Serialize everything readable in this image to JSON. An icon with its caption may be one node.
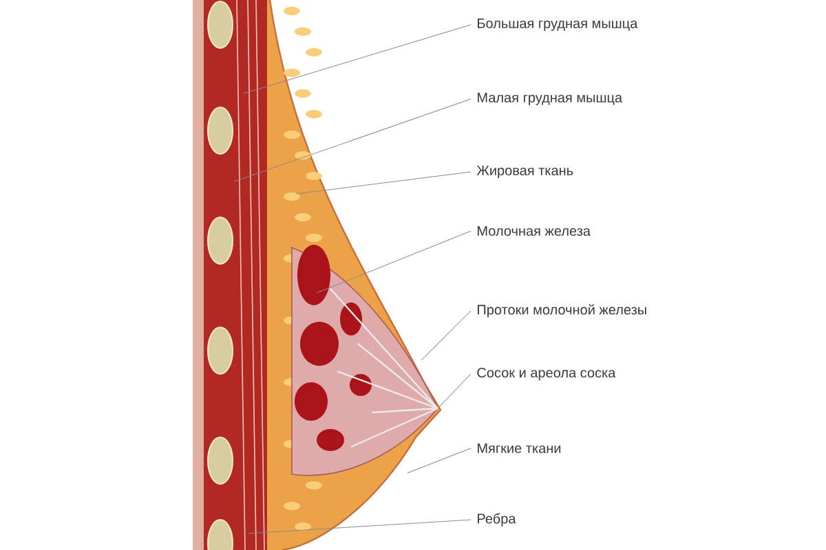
{
  "diagram": {
    "nodes": [
      {
        "text": [
          "Большая грудная мышца"
        ]
      },
      {
        "text": [
          "Малая грудная мышца"
        ]
      },
      {
        "text": [
          "Жировая ткань"
        ]
      },
      {
        "text": [
          "Молочная железа"
        ]
      },
      {
        "text": [
          "Протоки молочной железы"
        ]
      },
      {
        "text": [
          "Сосок и ареола соска"
        ]
      },
      {
        "text": [
          "Мягкие ткани"
        ]
      },
      {
        "text": [
          "Ребра"
        ]
      }
    ],
    "edges": [
      {
        "from": 0,
        "to": null,
        "arrow": "none"
      },
      {
        "from": 1,
        "to": null,
        "arrow": "none"
      },
      {
        "from": 2,
        "to": null,
        "arrow": "none"
      },
      {
        "from": 3,
        "to": null,
        "arrow": "none"
      },
      {
        "from": 4,
        "to": null,
        "arrow": "none"
      },
      {
        "from": 5,
        "to": null,
        "arrow": "none"
      },
      {
        "from": 6,
        "to": null,
        "arrow": "none"
      },
      {
        "from": 7,
        "to": null,
        "arrow": "none"
      }
    ]
  }
}
